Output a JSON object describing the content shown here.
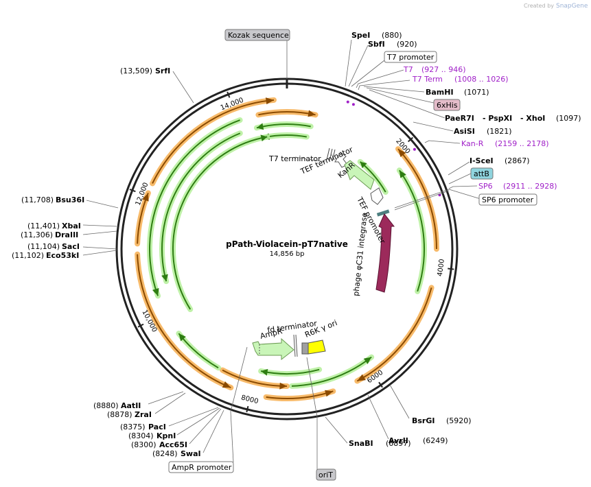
{
  "app": {
    "watermark": "Created by",
    "brand": "SnapGene"
  },
  "plasmid": {
    "name": "pPath-Violacein-pT7native",
    "length": "14,856 bp",
    "total": 14856
  },
  "ticks": [
    {
      "pos": 2000,
      "label": "2000"
    },
    {
      "pos": 4000,
      "label": "4000"
    },
    {
      "pos": 6000,
      "label": "6000"
    },
    {
      "pos": 8000,
      "label": "8000"
    },
    {
      "pos": 10000,
      "label": "10,000"
    },
    {
      "pos": 12000,
      "label": "12,000"
    },
    {
      "pos": 14000,
      "label": "14,000"
    }
  ],
  "enzymes": [
    {
      "name": "SpeI",
      "coord": "(880)"
    },
    {
      "name": "SbfI",
      "coord": "(920)"
    },
    {
      "name": "BamHI",
      "coord": "(1071)"
    },
    {
      "name": "PaeR7I",
      "extra": [
        "- PspXI",
        "- XhoI"
      ],
      "coord": "(1097)"
    },
    {
      "name": "AsiSI",
      "coord": "(1821)"
    },
    {
      "name": "I-SceI",
      "coord": "(2867)"
    },
    {
      "name": "BsrGI",
      "coord": "(5920)"
    },
    {
      "name": "AvrII",
      "coord": "(6249)"
    },
    {
      "name": "SnaBI",
      "coord": "(6897)"
    },
    {
      "name": "SwaI",
      "coord": "(8248)"
    },
    {
      "name": "Acc65I",
      "coord": "(8300)"
    },
    {
      "name": "KpnI",
      "coord": "(8304)"
    },
    {
      "name": "PacI",
      "coord": "(8375)"
    },
    {
      "name": "ZraI",
      "coord": "(8878)"
    },
    {
      "name": "AatII",
      "coord": "(8880)"
    },
    {
      "name": "Eco53kI",
      "coord": "(11,102)"
    },
    {
      "name": "SacI",
      "coord": "(11,104)"
    },
    {
      "name": "DraIII",
      "coord": "(11,306)"
    },
    {
      "name": "XbaI",
      "coord": "(11,401)"
    },
    {
      "name": "Bsu36I",
      "coord": "(11,708)"
    },
    {
      "name": "SrfI",
      "coord": "(13,509)"
    }
  ],
  "primers": [
    {
      "name": "T7",
      "coord": "(927 .. 946)"
    },
    {
      "name": "T7 Term",
      "coord": "(1008 .. 1026)"
    },
    {
      "name": "Kan-R",
      "coord": "(2159 .. 2178)"
    },
    {
      "name": "SP6",
      "coord": "(2911 .. 2928)"
    }
  ],
  "boxed": [
    {
      "name": "Kozak sequence",
      "style": "gray"
    },
    {
      "name": "T7 promoter",
      "style": "white"
    },
    {
      "name": "6xHis",
      "style": "pink"
    },
    {
      "name": "attB",
      "style": "cyan"
    },
    {
      "name": "SP6 promoter",
      "style": "white"
    },
    {
      "name": "AmpR promoter",
      "style": "white"
    },
    {
      "name": "oriT",
      "style": "gray"
    }
  ],
  "inner_features": [
    {
      "name": "T7 terminator"
    },
    {
      "name": "TEF terminator"
    },
    {
      "name": "KanR"
    },
    {
      "name": "TEF promoter"
    },
    {
      "name": "phage φC31 integrase"
    },
    {
      "name": "fd terminator"
    },
    {
      "name": "AmpR"
    },
    {
      "name": "R6K γ ori"
    }
  ],
  "colors": {
    "backbone": "#222222",
    "orf_orange": "#f6b35a",
    "orf_orange_line": "#8a4a00",
    "orf_green": "#b8ef9f",
    "orf_green_line": "#2e7d12",
    "integrase": "#9c2a5b",
    "kanr": "#c9f5b8",
    "r6k": "#ffff00",
    "primer": "#a020c8"
  }
}
